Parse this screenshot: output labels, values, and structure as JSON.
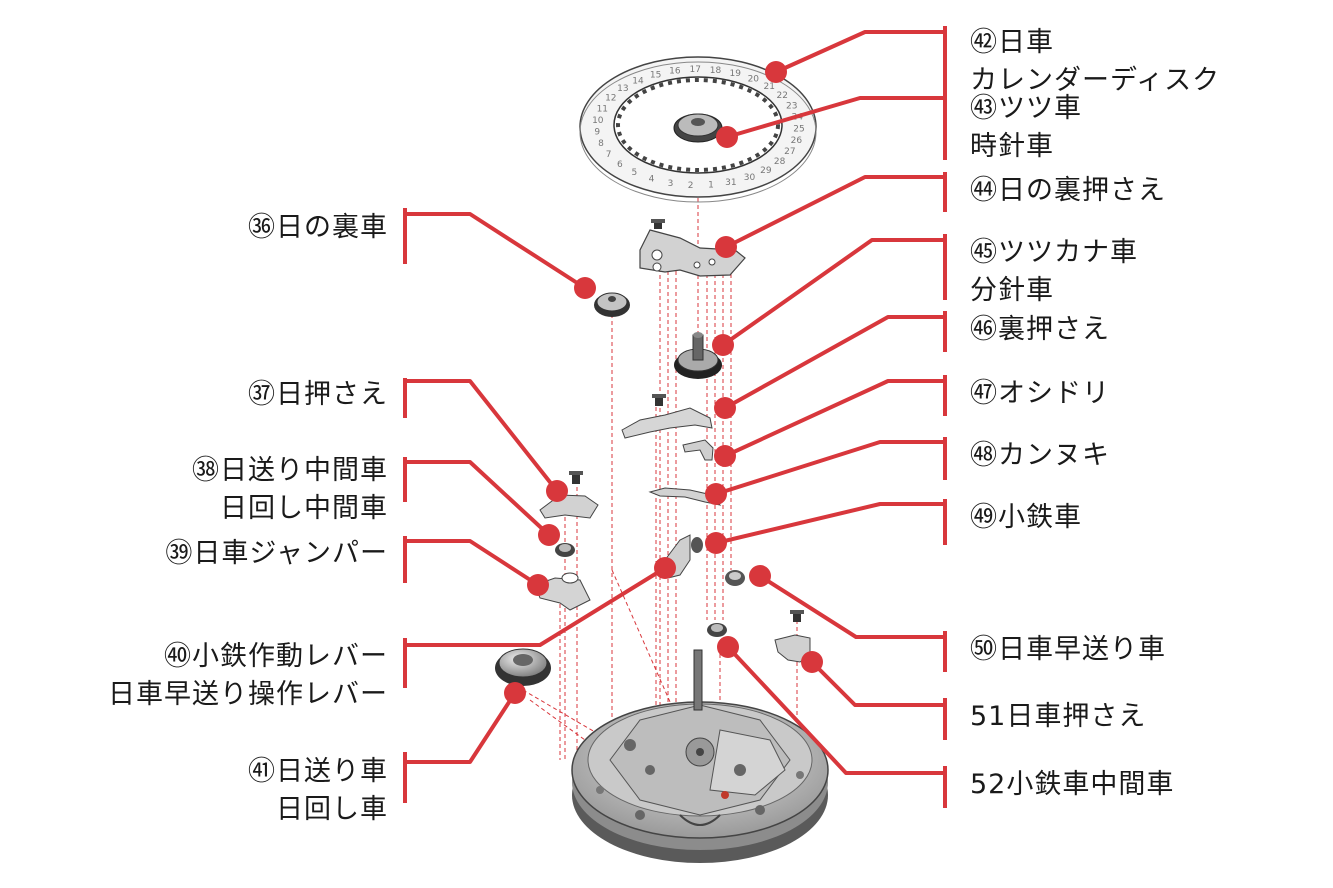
{
  "labels": [
    {
      "id": "36",
      "lines": [
        "㊱日の裏車"
      ]
    },
    {
      "id": "37",
      "lines": [
        "㊲日押さえ"
      ]
    },
    {
      "id": "38",
      "lines": [
        "㊳日送り中間車",
        "日回し中間車"
      ]
    },
    {
      "id": "39",
      "lines": [
        "㊴日車ジャンパー"
      ]
    },
    {
      "id": "40",
      "lines": [
        "㊵小鉄作動レバー",
        "日車早送り操作レバー"
      ]
    },
    {
      "id": "41",
      "lines": [
        "㊶日送り車",
        "日回し車"
      ]
    },
    {
      "id": "42",
      "lines": [
        "㊷日車",
        "カレンダーディスク"
      ]
    },
    {
      "id": "43",
      "lines": [
        "㊸ツツ車",
        "時針車"
      ]
    },
    {
      "id": "44",
      "lines": [
        "㊹日の裏押さえ"
      ]
    },
    {
      "id": "45",
      "lines": [
        "㊺ツツカナ車",
        "分針車"
      ]
    },
    {
      "id": "46",
      "lines": [
        "㊻裏押さえ"
      ]
    },
    {
      "id": "47",
      "lines": [
        "㊼オシドリ"
      ]
    },
    {
      "id": "48",
      "lines": [
        "㊽カンヌキ"
      ]
    },
    {
      "id": "49",
      "lines": [
        "㊾小鉄車"
      ]
    },
    {
      "id": "50",
      "lines": [
        "㊿日車早送り車"
      ]
    },
    {
      "id": "51",
      "lines": [
        "51日車押さえ"
      ]
    },
    {
      "id": "52",
      "lines": [
        "52小鉄車中間車"
      ]
    }
  ],
  "calendar_numbers": [
    "18",
    "19",
    "20",
    "21",
    "22",
    "23",
    "24",
    "25",
    "26",
    "27",
    "28",
    "29",
    "30",
    "31",
    "1",
    "2",
    "3",
    "4",
    "5",
    "6",
    "7",
    "8",
    "9",
    "10",
    "11",
    "12",
    "13",
    "14",
    "15",
    "16",
    "17"
  ],
  "colors": {
    "accent": "#d8373c",
    "line": "#c83235",
    "part": "#cfcfcf",
    "part_dark": "#555555",
    "text": "#1a1a1a"
  }
}
